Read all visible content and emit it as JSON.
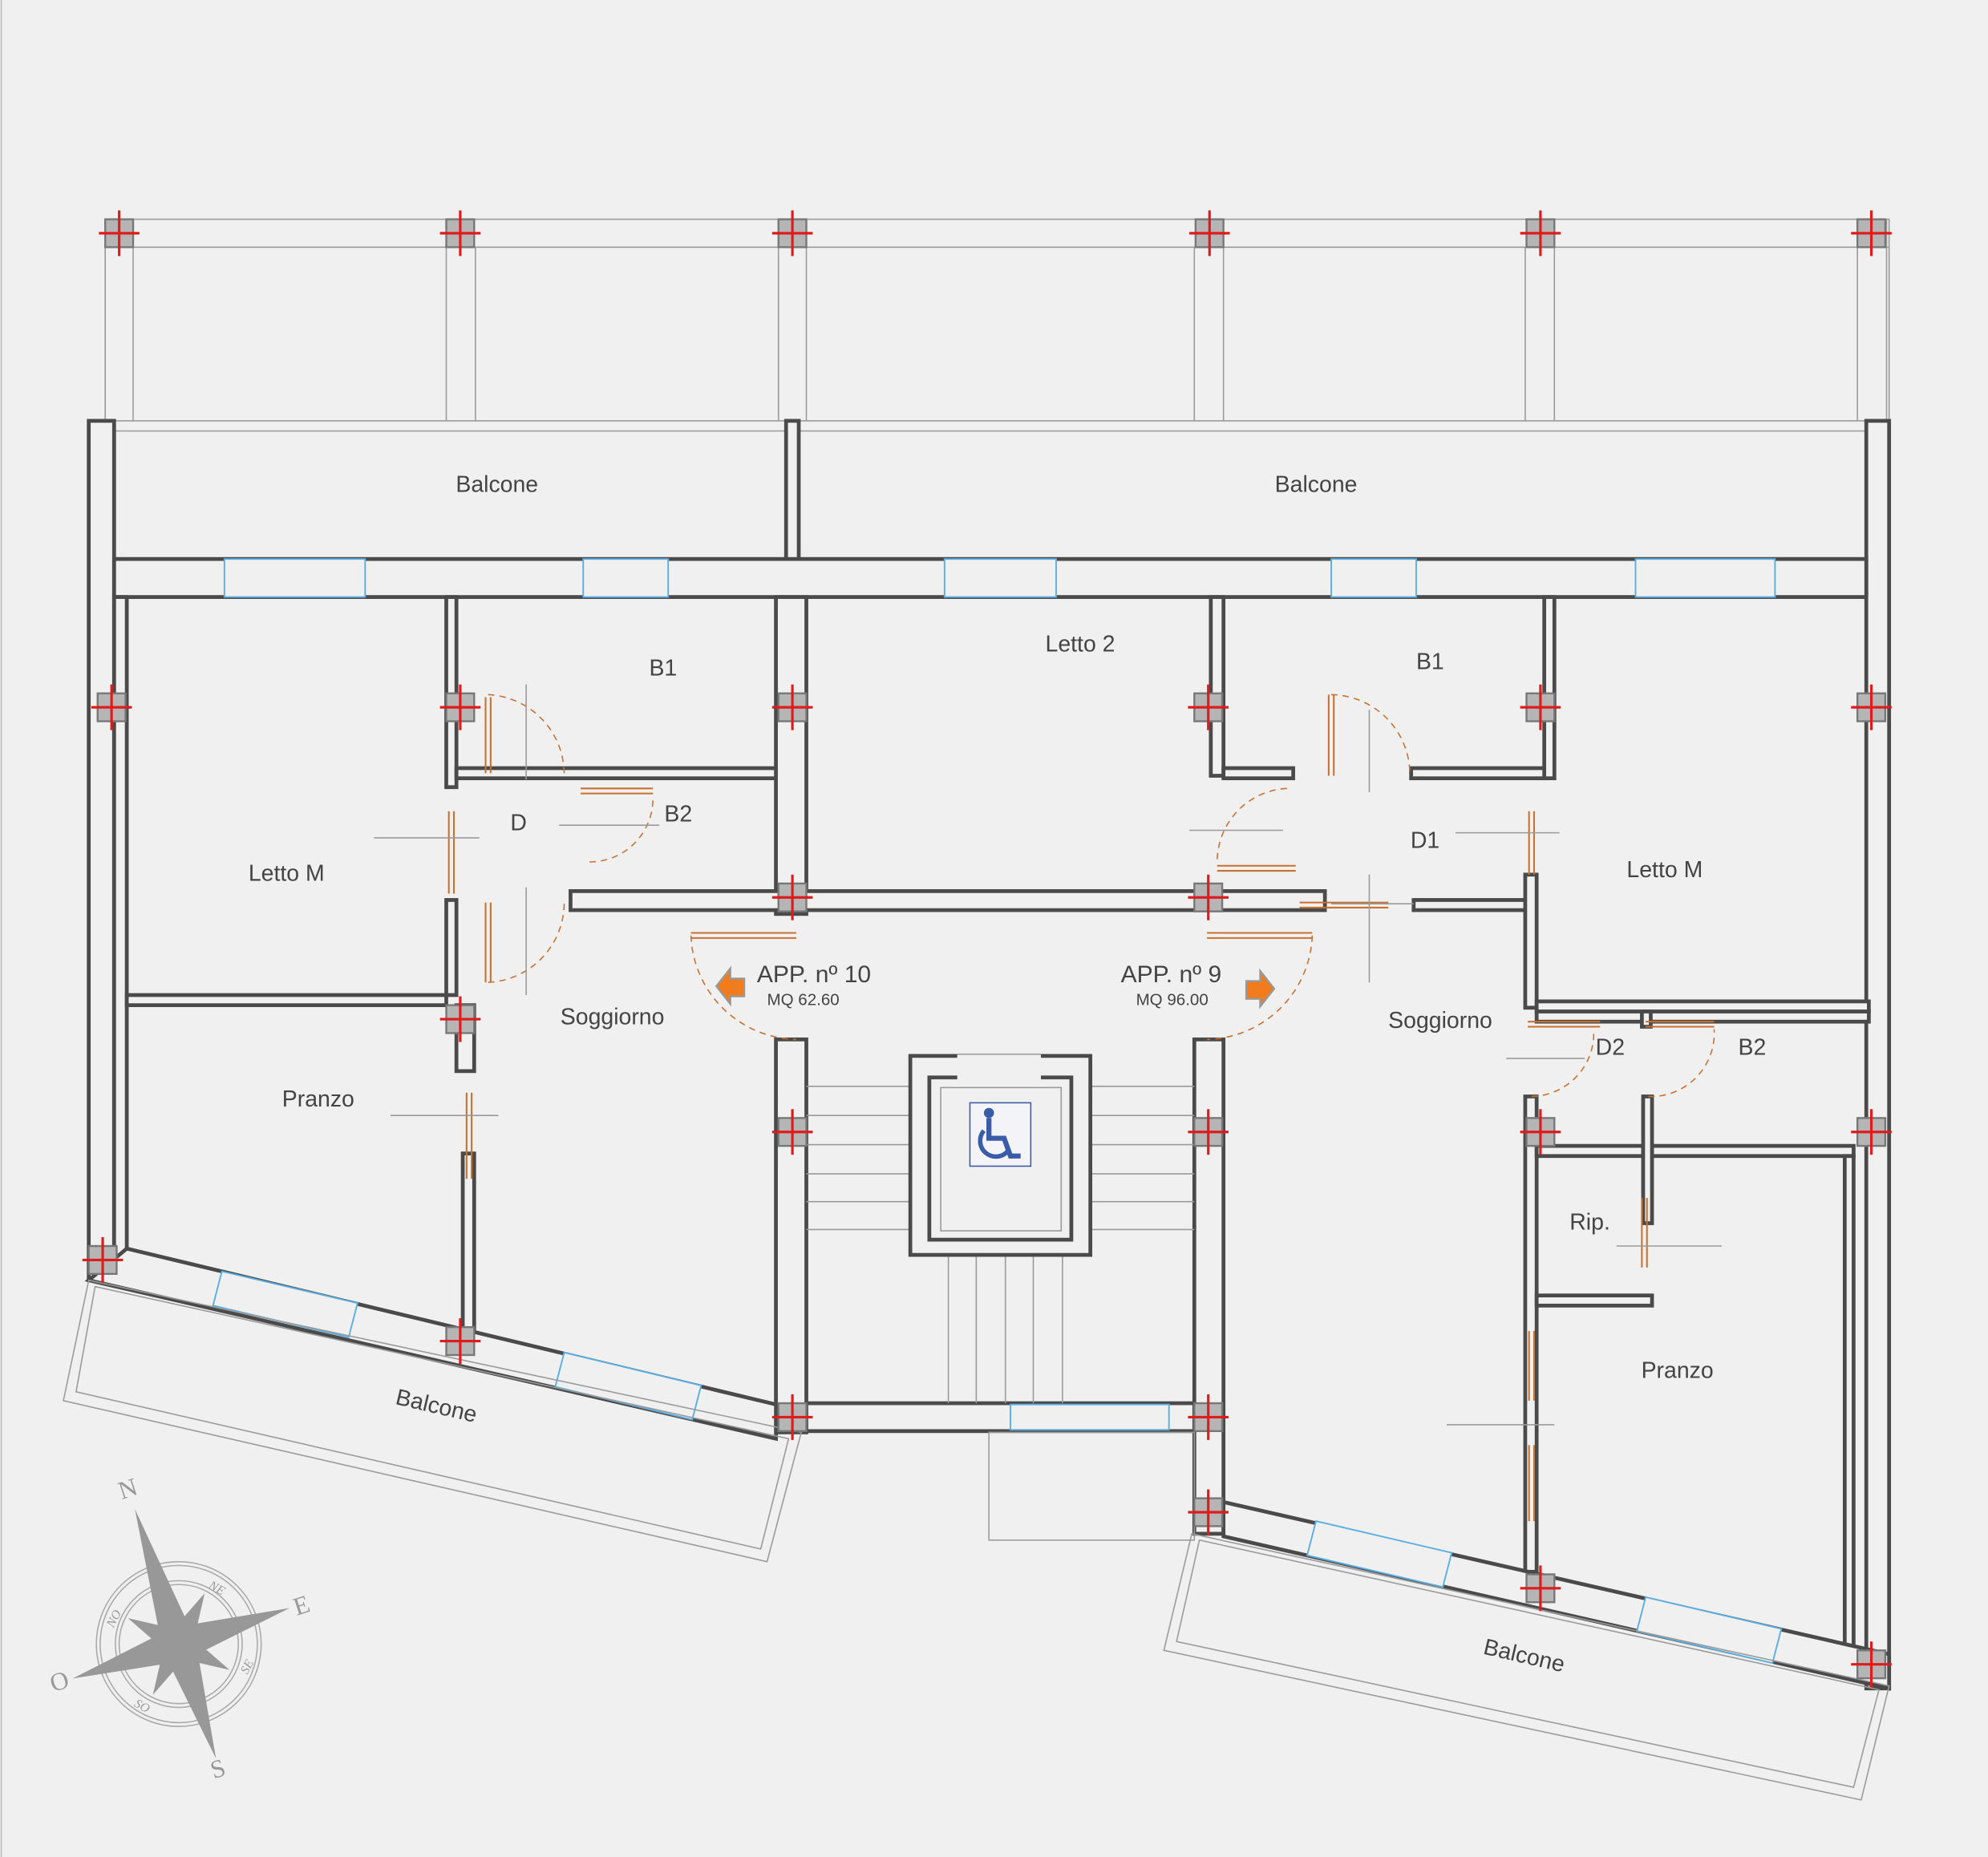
{
  "rooms": {
    "balcone_top_left": "Balcone",
    "balcone_top_right": "Balcone",
    "balcone_bottom_left": "Balcone",
    "balcone_bottom_right": "Balcone",
    "letto_m_left": "Letto M",
    "letto_m_right": "Letto M",
    "b1_left": "B1",
    "b1_right": "B1",
    "b2_left": "B2",
    "b2_right": "B2",
    "d": "D",
    "d1": "D1",
    "d2": "D2",
    "letto_2": "Letto 2",
    "soggiorno_left": "Soggiorno",
    "soggiorno_right": "Soggiorno",
    "pranzo_left": "Pranzo",
    "pranzo_right": "Pranzo",
    "rip": "Rip."
  },
  "apartments": [
    {
      "label": "APP. nº 10",
      "area": "MQ 62.60",
      "arrow": "left"
    },
    {
      "label": "APP. nº 9",
      "area": "MQ 96.00",
      "arrow": "right"
    }
  ],
  "compass": {
    "n": "N",
    "e": "E",
    "s": "S",
    "o": "O",
    "ne": "NE",
    "se": "SE",
    "so": "SO",
    "no": "NO"
  },
  "colors": {
    "wall": "#4a4a4a",
    "door": "#c8702f",
    "column_cross": "#e01b1b",
    "arrow": "#f07c1e",
    "accessibility": "#3a5ca8",
    "window": "#5aaee0"
  }
}
